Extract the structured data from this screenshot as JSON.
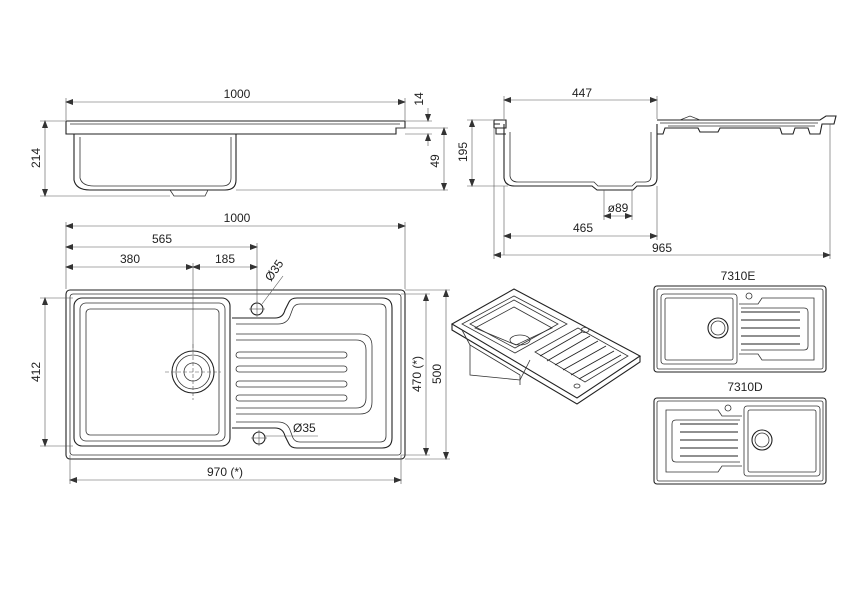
{
  "side_view": {
    "width": "1000",
    "rim": "14",
    "height": "214",
    "bowl_drop": "49"
  },
  "front_view": {
    "bowl_width": "447",
    "depth": "195",
    "drain": "ø89",
    "inner": "465",
    "total": "965"
  },
  "top_view": {
    "width": "1000",
    "to_tap": "565",
    "bowl": "380",
    "gap": "185",
    "tap_hole": "Ø35",
    "overflow_hole": "Ø35",
    "inner_height": "412",
    "cutout_height": "470 (*)",
    "height": "500",
    "cutout_width": "970 (*)"
  },
  "variants": {
    "right": "7310E",
    "left": "7310D"
  }
}
